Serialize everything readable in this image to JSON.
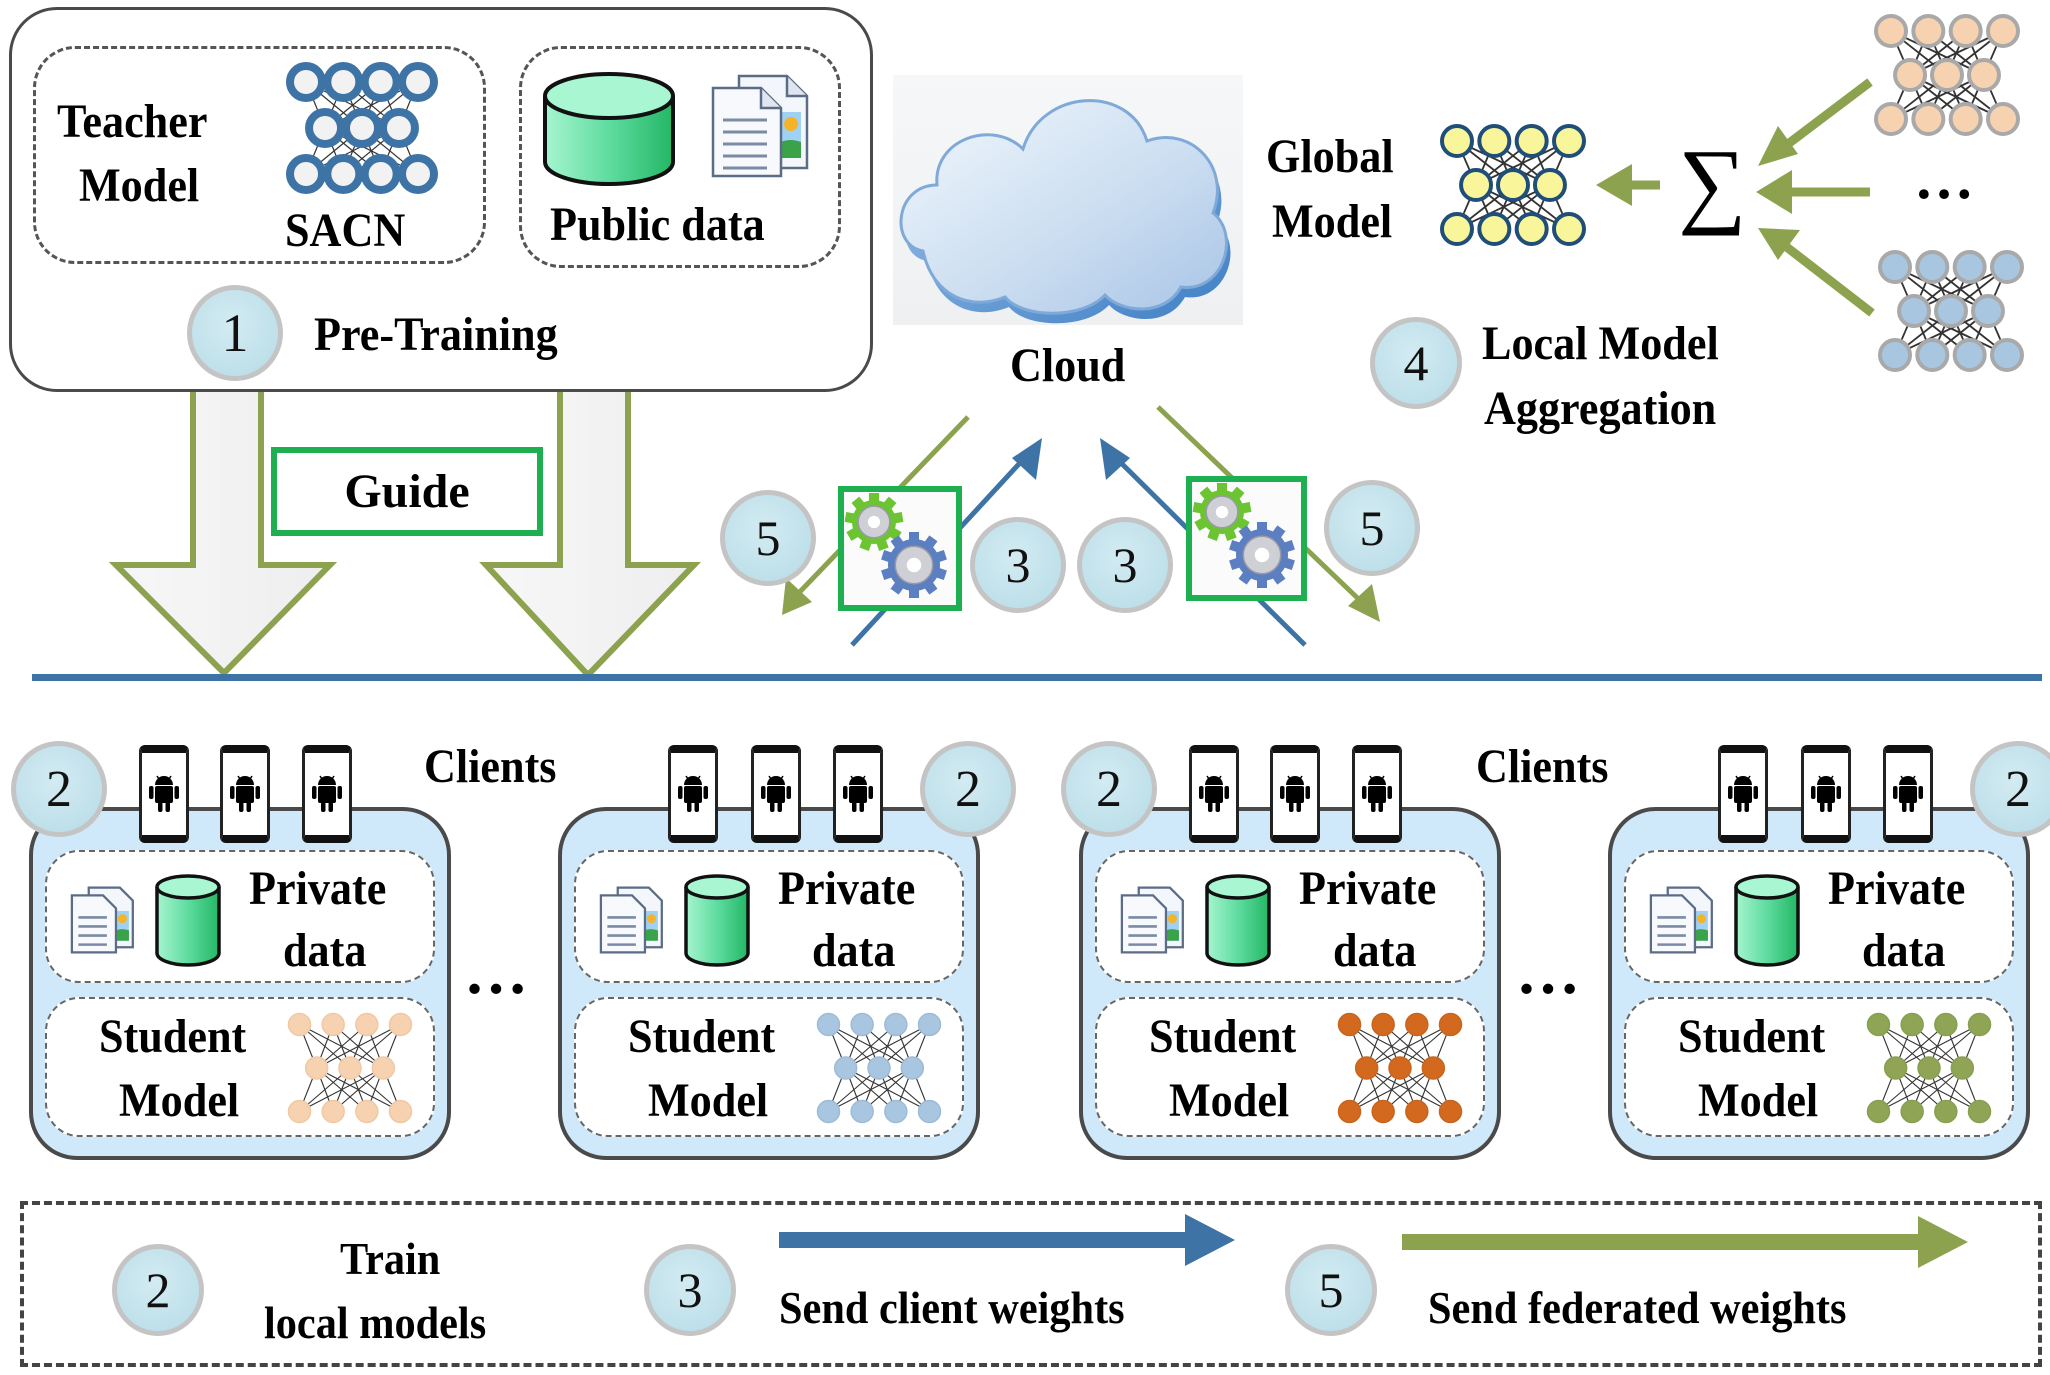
{
  "pretraining": {
    "teacher_label_line1": "Teacher",
    "teacher_label_line2": "Model",
    "teacher_net_name": "SACN",
    "public_data_label": "Public data",
    "step_number": "1",
    "step_label": "Pre-Training"
  },
  "guide_label": "Guide",
  "cloud": {
    "label": "Cloud",
    "send_steps": {
      "left_up": "3",
      "right_up": "3",
      "left_down": "5",
      "right_down": "5"
    }
  },
  "aggregation": {
    "global_label_line1": "Global",
    "global_label_line2": "Model",
    "sum_symbol": "∑",
    "ellipsis": "…",
    "step_number": "4",
    "step_label_line1": "Local Model",
    "step_label_line2": "Aggregation"
  },
  "clients": {
    "group_label": "Clients",
    "ellipsis": "…",
    "boxes": [
      {
        "step": "2",
        "data_line1": "Private",
        "data_line2": "data",
        "model_line1": "Student",
        "model_line2": "Model",
        "net_color": "#f6d2b1",
        "net_stroke": "#f0c8a4"
      },
      {
        "step": "2",
        "data_line1": "Private",
        "data_line2": "data",
        "model_line1": "Student",
        "model_line2": "Model",
        "net_color": "#a8c6e0",
        "net_stroke": "#9dbbd6"
      },
      {
        "step": "2",
        "data_line1": "Private",
        "data_line2": "data",
        "model_line1": "Student",
        "model_line2": "Model",
        "net_color": "#d2691e",
        "net_stroke": "#c8651c"
      },
      {
        "step": "2",
        "data_line1": "Private",
        "data_line2": "data",
        "model_line1": "Student",
        "model_line2": "Model",
        "net_color": "#8fa555",
        "net_stroke": "#86a050"
      }
    ]
  },
  "legend": {
    "items": [
      {
        "step": "2",
        "label_line1": "Train",
        "label_line2": "local models"
      },
      {
        "step": "3",
        "label": "Send client weights",
        "arrow_color": "#3e73a6"
      },
      {
        "step": "5",
        "label": "Send federated weights",
        "arrow_color": "#8da24e"
      }
    ]
  },
  "colors": {
    "client_arrow": "#3e73a6",
    "federated_arrow": "#8da24e",
    "guide_border": "#1eb050",
    "divider": "#3e73a6",
    "client_box_fill": "#cfe9fa",
    "step_circle_fill": "#c2e1eb",
    "teacher_net": "#3e73a6",
    "global_net": "#f8f59a"
  }
}
